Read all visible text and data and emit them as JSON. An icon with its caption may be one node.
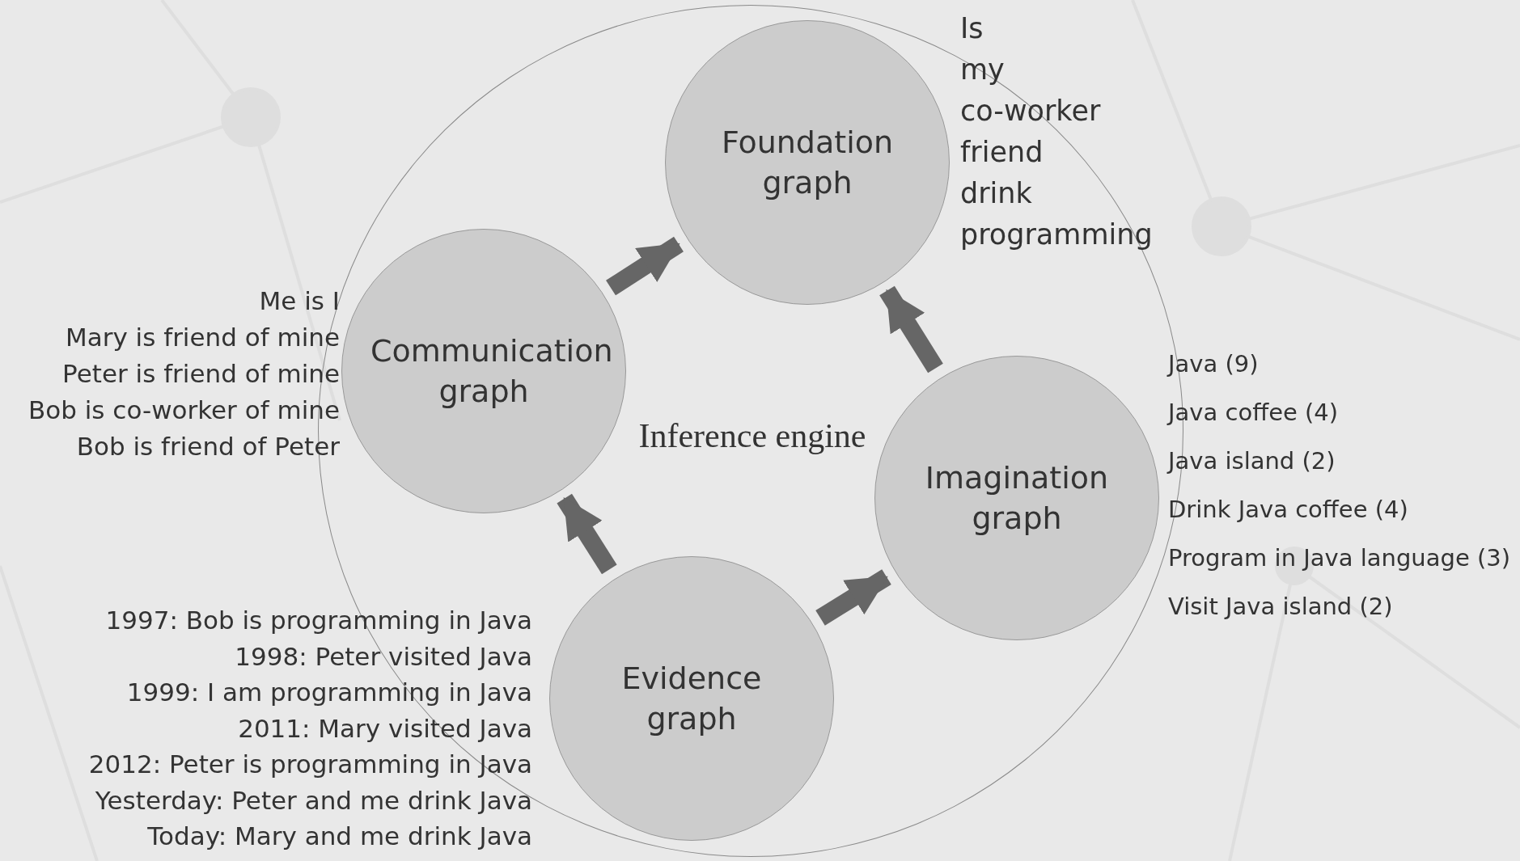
{
  "diagram": {
    "nodes": [
      {
        "text": [
          "Inference engine"
        ]
      },
      {
        "text": [
          "Foundation graph"
        ],
        "in": 0,
        "beside": [
          "Is",
          "my",
          "co-worker",
          "friend",
          "drink",
          "programming"
        ]
      },
      {
        "text": [
          "Communication graph"
        ],
        "in": 0,
        "beside": [
          "Me is I",
          "Mary is friend of mine",
          "Peter is friend of mine",
          "Bob is co-worker of mine",
          "Bob is friend of Peter"
        ]
      },
      {
        "text": [
          "Imagination graph"
        ],
        "in": 0,
        "beside": [
          "Java (9)",
          "Java coffee (4)",
          "Java island (2)",
          "Drink Java coffee (4)",
          "Program in Java language (3)",
          "Visit Java island (2)"
        ]
      },
      {
        "text": [
          "Evidence graph"
        ],
        "in": 0,
        "beside": [
          "1997: Bob is programming in Java",
          "1998: Peter visited Java",
          "1999: I am programming in Java",
          "2011: Mary visited Java",
          "2012: Peter is programming in Java",
          "Yesterday: Peter and me drink Java",
          "Today: Mary and me drink Java"
        ]
      }
    ],
    "edges": [
      {
        "from": 2,
        "to": 1,
        "arrow": "to"
      },
      {
        "from": 3,
        "to": 1,
        "arrow": "to"
      },
      {
        "from": 4,
        "to": 2,
        "arrow": "to"
      },
      {
        "from": 4,
        "to": 3,
        "arrow": "to"
      }
    ]
  }
}
